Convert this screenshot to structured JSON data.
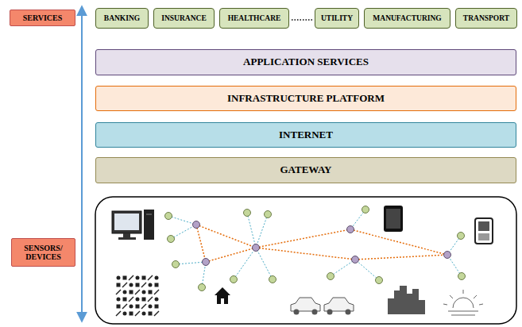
{
  "diagram": {
    "nodes": [
      {
        "text": [
          "SERVICES"
        ]
      },
      {
        "text": [
          "BANKING"
        ]
      },
      {
        "text": [
          "INSURANCE"
        ]
      },
      {
        "text": [
          "HEALTHCARE"
        ]
      },
      {
        "text": [
          "UTILITY"
        ]
      },
      {
        "text": [
          "MANUFACTURING"
        ]
      },
      {
        "text": [
          "TRANSPORT"
        ]
      },
      {
        "text": [
          "APPLICATION SERVICES"
        ]
      },
      {
        "text": [
          "INFRASTRUCTURE PLATFORM"
        ]
      },
      {
        "text": [
          "INTERNET"
        ]
      },
      {
        "text": [
          "GATEWAY"
        ]
      },
      {
        "text": [
          "SENSORS/ DEVICES"
        ]
      }
    ]
  }
}
